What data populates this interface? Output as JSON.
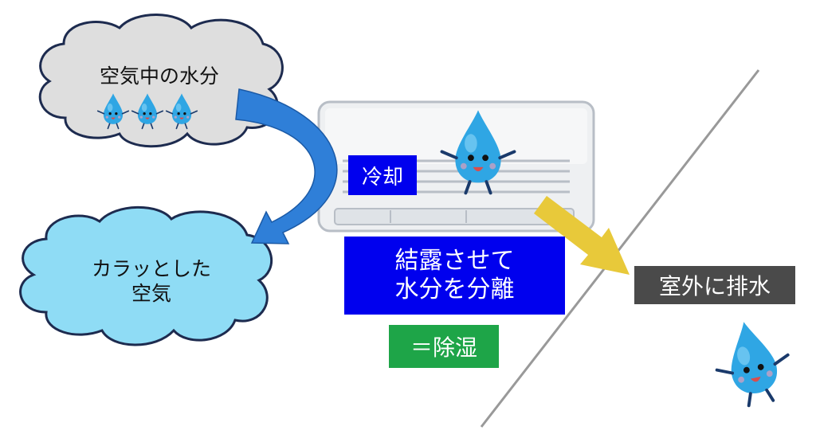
{
  "colors": {
    "cloud_grey": "#dedede",
    "cloud_blue": "#8fdcf5",
    "cloud_stroke": "#1d2b4f",
    "arrow_blue": "#2f7fd8",
    "arrow_yellow": "#e8c93a",
    "label_blue": "#0000ee",
    "label_green": "#1ea548",
    "label_grey": "#4a4a4a",
    "drop_blue": "#2fa6e4",
    "divider": "#999999"
  },
  "labels": {
    "moisture_in_air": "空気中の水分",
    "dry_air": "カラッとした\n空気",
    "cooling": "冷却",
    "condense": "結露させて\n水分を分離",
    "dehumidify": "＝除湿",
    "drain_outside": "室外に排水"
  },
  "icons": {
    "air_conditioner": "air-conditioner-icon",
    "water_drop": "water-drop-character-icon"
  }
}
